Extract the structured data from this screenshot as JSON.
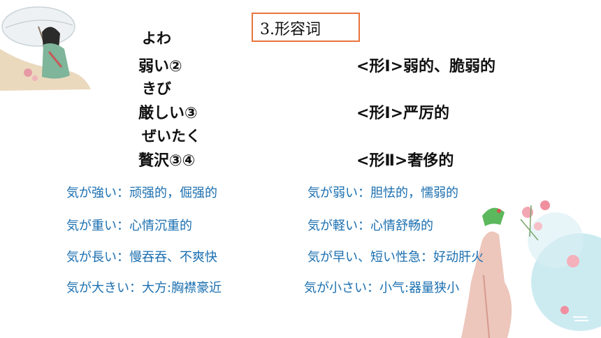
{
  "title": "3.形容词",
  "vocab": [
    {
      "reading": "よわ",
      "word": "弱い②",
      "pos_meaning": "<形Ⅰ>弱的、脆弱的"
    },
    {
      "reading": "きび",
      "word": "厳しい③",
      "pos_meaning": "<形Ⅰ>严厉的"
    },
    {
      "reading": "ぜいたく",
      "word": "贅沢③④",
      "pos_meaning": "<形Ⅱ>奢侈的"
    }
  ],
  "phrases": [
    {
      "left": "気が強い：顽强的，倔强的",
      "right": "気が弱い：胆怯的，懦弱的"
    },
    {
      "left": "気が重い：心情沉重的",
      "right": "気が軽い：心情舒畅的"
    },
    {
      "left": "気が長い：慢吞吞、不爽快",
      "right": "気が早い、短い性急：好动肝火"
    },
    {
      "left": "気が大きい：大方:胸襟豪近",
      "right": "気が小さい：小气:器量狭小"
    }
  ],
  "colors": {
    "phrase_text": "#1b6fb0",
    "title_border": "#e8743b",
    "body_text": "#111111"
  },
  "decorations": [
    "girl-with-umbrella-illustration",
    "hand-with-parrot-illustration"
  ]
}
